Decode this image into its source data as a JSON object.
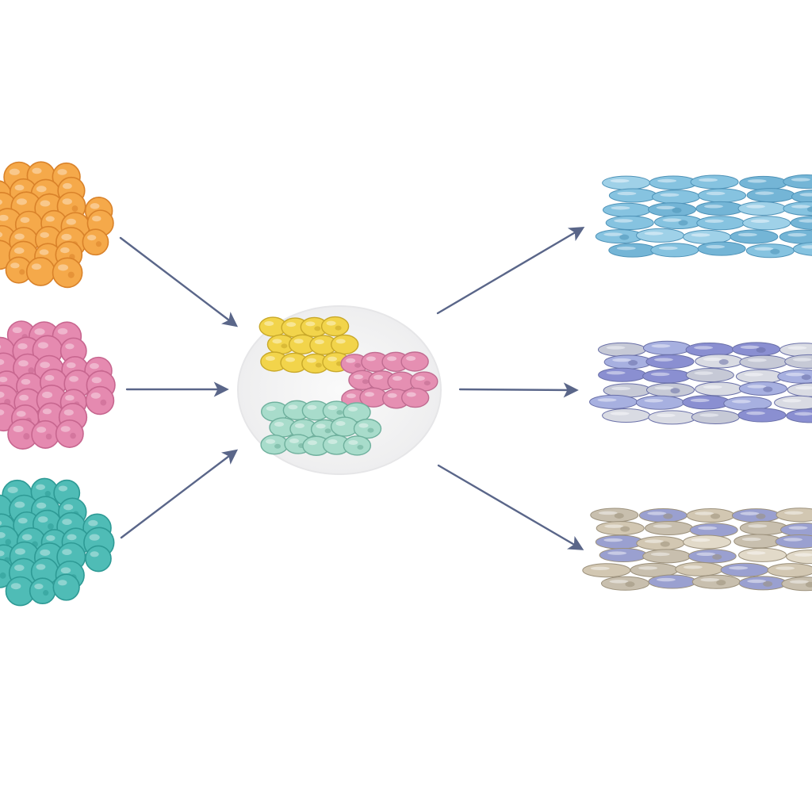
{
  "diagram": {
    "type": "cell-flow-diagram",
    "background": "#ffffff",
    "arrow_color": "#5a6689",
    "inputs": [
      {
        "id": "input-orange",
        "shape": "round-cells",
        "fill": "#f5a94a",
        "stroke": "#d9822a"
      },
      {
        "id": "input-pink",
        "shape": "round-cells",
        "fill": "#e58ab0",
        "stroke": "#c7668f"
      },
      {
        "id": "input-teal",
        "shape": "round-cells",
        "fill": "#4fbcb6",
        "stroke": "#2e9a95"
      }
    ],
    "hub": {
      "id": "mixed-culture",
      "dish_fill": "#f1f1f3",
      "groups": [
        {
          "id": "hub-yellow",
          "fill": "#f2d44b",
          "stroke": "#c9a92a"
        },
        {
          "id": "hub-pink",
          "fill": "#e58fb2",
          "stroke": "#c06c91"
        },
        {
          "id": "hub-mint",
          "fill": "#a8dccb",
          "stroke": "#6fb09d"
        }
      ]
    },
    "outputs": [
      {
        "id": "output-blue",
        "shape": "flat-cell-sheet",
        "colors": [
          "#86c3e0",
          "#9fd1e8",
          "#74b5d6"
        ],
        "stroke": "#4f93b8"
      },
      {
        "id": "output-mixed-violet",
        "shape": "flat-cell-sheet",
        "colors": [
          "#8a8fd1",
          "#d9dbe3",
          "#a7b0e0",
          "#c6c9d6"
        ],
        "stroke": "#6a70a8"
      },
      {
        "id": "output-beige",
        "shape": "flat-cell-sheet",
        "colors": [
          "#d2c7b2",
          "#e2dac9",
          "#9aa0d0",
          "#c8bfae"
        ],
        "stroke": "#9c917c"
      }
    ]
  }
}
